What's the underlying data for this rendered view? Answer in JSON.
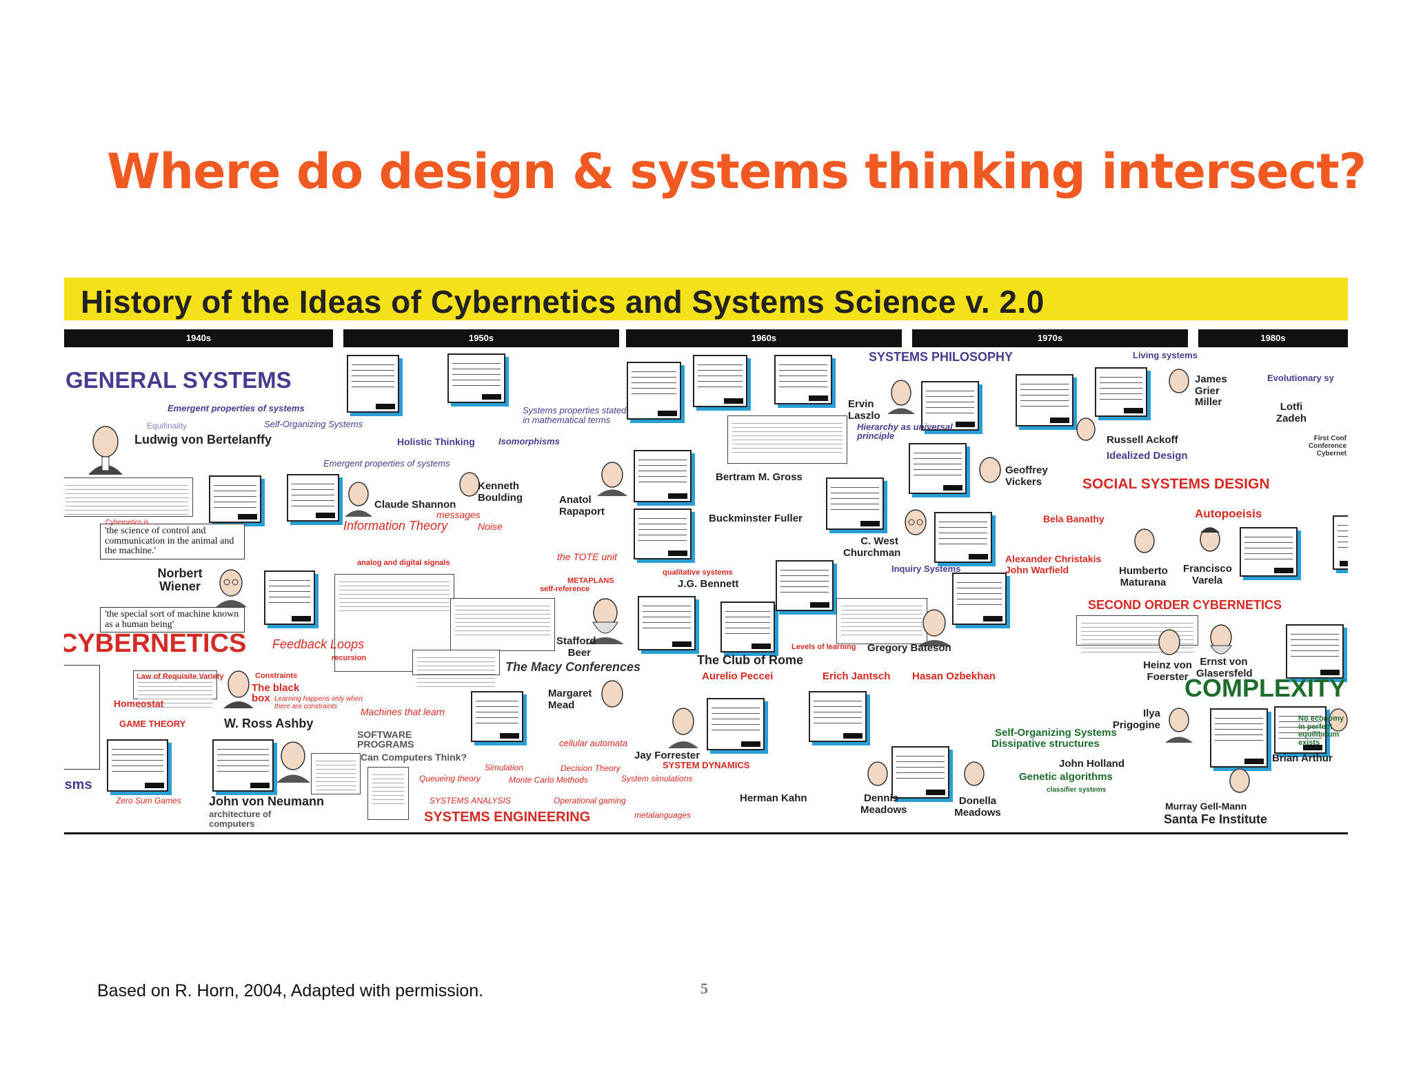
{
  "slide": {
    "title": "Where do design & systems thinking intersect?",
    "footer": "Based on R. Horn, 2004, Adapted with permission.",
    "page_number": "5"
  },
  "poster": {
    "title": "History of the Ideas of Cybernetics and Systems Science v. 2.0",
    "decades": [
      "1940s",
      "1950s",
      "1960s",
      "1970s",
      "1980s"
    ],
    "sections": {
      "general_systems": "GENERAL SYSTEMS",
      "cybernetics": "CYBERNETICS",
      "systems_philosophy": "SYSTEMS PHILOSOPHY",
      "social_systems_design": "SOCIAL SYSTEMS DESIGN",
      "second_order": "SECOND ORDER CYBERNETICS",
      "complexity": "COMPLEXITY",
      "autopoeisis": "Autopoeisis",
      "living_systems": "Living systems",
      "evolutionary": "Evolutionary sy",
      "systems_engineering": "SYSTEMS ENGINEERING",
      "system_dynamics": "SYSTEM DYNAMICS",
      "game_theory": "GAME THEORY",
      "software_programs": "SOFTWARE PROGRAMS"
    },
    "concepts": {
      "emergent_props": "Emergent properties of systems",
      "equifinality": "Equifinality",
      "self_organizing": "Self-Organizing Systems",
      "holistic": "Holistic Thinking",
      "isomorphisms": "Isomorphisms",
      "systems_props_math": "Systems properties stated in mathematical terms",
      "emergent_props2": "Emergent properties of systems",
      "information_theory": "Information Theory",
      "messages": "messages",
      "noise": "Noise",
      "analog_digital": "analog and digital signals",
      "tote": "the TOTE unit",
      "metaplans": "METAPLANS",
      "self_reference": "self-reference",
      "qualitative": "qualitative systems",
      "feedback": "Feedback Loops",
      "recursion": "recursion",
      "macy": "The Macy Conferences",
      "law_requisite": "Law of Requisite Variety",
      "constraints": "Constraints",
      "black_box": "The black box",
      "learning_when": "Learning happens only when there are constraints",
      "homeostat": "Homeostat",
      "machines_learn": "Machines that learn",
      "can_computers": "Can Computers Think?",
      "cellular": "cellular automata",
      "simulation": "Simulation",
      "decision": "Decision Theory",
      "queueing": "Queueing theory",
      "monte_carlo": "Monte Carlo Methods",
      "system_sims": "System simulations",
      "systems_analysis": "SYSTEMS ANALYSIS",
      "operational_gaming": "Operational gaming",
      "metalanguages": "metalanguages",
      "zero_sum": "Zero Sum Games",
      "architecture": "architecture of computers",
      "hierarchy": "Hierarchy as universal principle",
      "idealized": "Idealized Design",
      "inquiry": "Inquiry Systems",
      "levels_learning": "Levels of learning",
      "self_org2": "Self-Organizing Systems",
      "dissipative": "Dissipative structures",
      "genetic": "Genetic algorithms",
      "classifier": "classifier systems",
      "no_economy": "No economy in perfect equilibrium exists"
    },
    "people": {
      "bertelanffy": "Ludwig von Bertelanffy",
      "shannon": "Claude Shannon",
      "boulding": "Kenneth Boulding",
      "rapaport": "Anatol Rapaport",
      "wiener": "Norbert Wiener",
      "ashby": "W. Ross Ashby",
      "neumann": "John von Neumann",
      "gross": "Bertram M. Gross",
      "fuller": "Buckminster Fuller",
      "bennett": "J.G. Bennett",
      "beer": "Stafford Beer",
      "mead": "Margaret Mead",
      "forrester": "Jay Forrester",
      "kahn": "Herman Kahn",
      "laszlo": "Ervin Laszlo",
      "vickers": "Geoffrey Vickers",
      "churchman": "C. West Churchman",
      "bateson": "Gregory Bateson",
      "club_rome": "The Club of Rome",
      "peccei": "Aurelio Peccei",
      "jantsch": "Erich Jantsch",
      "ozbekhan": "Hasan Ozbekhan",
      "dennis": "Dennis Meadows",
      "donella": "Donella Meadows",
      "miller": "James Grier Miller",
      "ackoff": "Russell Ackoff",
      "zadeh": "Lotfi Zadeh",
      "banathy": "Bela Banathy",
      "christakis": "Alexander Christakis",
      "warfield": "John Warfield",
      "maturana": "Humberto Maturana",
      "varela": "Francisco Varela",
      "foerster": "Heinz von Foerster",
      "glasersfeld": "Ernst von Glasersfeld",
      "prigogine": "Ilya Prigogine",
      "holland": "John Holland",
      "arthur": "Brian Arthur",
      "gellmann": "Murray Gell-Mann",
      "santa_fe": "Santa Fe Institute",
      "first_conf": "First Conf Conference Cybernet"
    },
    "quotes": {
      "wiener_def": "'the science of control and communication in the animal and the machine.'",
      "cybernetics_is": "Cybernetics is...",
      "special_sort": "'the special sort of machine known as a human being'"
    }
  }
}
